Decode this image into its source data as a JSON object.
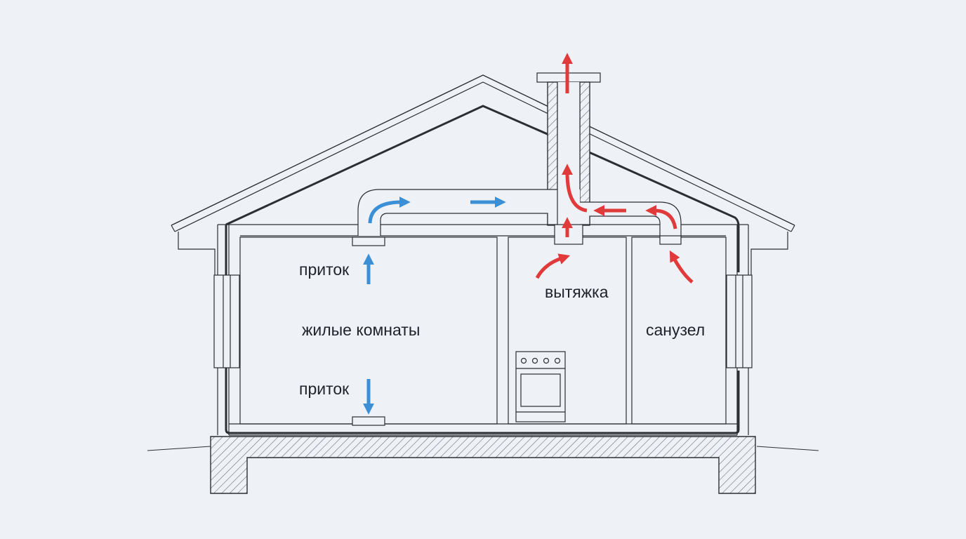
{
  "labels": {
    "supply_top": "приток",
    "supply_bottom": "приток",
    "living_rooms": "жилые комнаты",
    "exhaust": "вытяжка",
    "bathroom": "санузел"
  },
  "colors": {
    "background": "#eef2f7",
    "line": "#2b2f33",
    "supply_arrow": "#3a8fd6",
    "exhaust_arrow": "#e03a3a",
    "hatch": "#6b6f73"
  },
  "icons": {
    "stove": "stove-icon",
    "supply": "blue-arrow-icon",
    "exhaust": "red-arrow-icon"
  }
}
